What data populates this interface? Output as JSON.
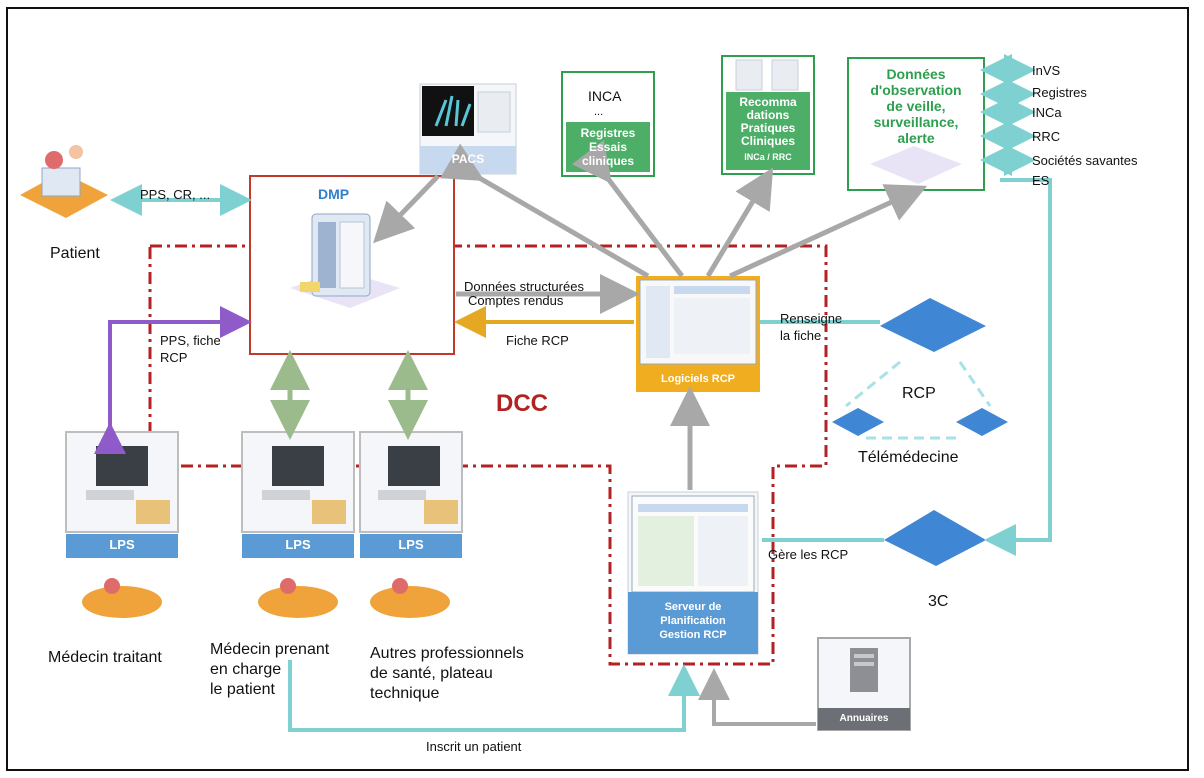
{
  "patient": {
    "label": "Patient",
    "flow": "PPS, CR, ..."
  },
  "dmp": {
    "title": "DMP"
  },
  "pacs": {
    "label": "PACS"
  },
  "inca_box": {
    "top": "INCA",
    "dots": "...",
    "bottom": "Registres\nEssais\ncliniques"
  },
  "reco_box": {
    "bottom": "Recomma\ndations\nPratiques\nCliniques",
    "sub": "INCa / RRC"
  },
  "observation": {
    "text": "Données\nd'observation\nde veille,\nsurveillance,\nalerte"
  },
  "external_orgs": [
    "InVS",
    "Registres",
    "INCa",
    "RRC",
    "Sociétés savantes",
    "ES"
  ],
  "dcc_label": "DCC",
  "flows": {
    "structured": "Données structurées",
    "reports": "Comptes rendus",
    "fiche_rcp": "Fiche RCP",
    "pps_fiche": "PPS, fiche\nRCP",
    "renseigne": "Renseigne\nla fiche",
    "gere": "Gère les RCP",
    "inscrit": "Inscrit un patient"
  },
  "logiciels_rcp": "Logiciels RCP",
  "serveur": "Serveur de\nPlanification\nGestion RCP",
  "annuaire": "Annuaires",
  "rcp": {
    "label": "RCP",
    "telemedicine": "Télémédecine"
  },
  "three_c": "3C",
  "lps": [
    {
      "bar": "LPS",
      "caption": "Médecin traitant"
    },
    {
      "bar": "LPS",
      "caption": "Médecin prenant\nen charge\nle patient"
    },
    {
      "bar": "LPS",
      "caption": "Autres professionnels\nde santé, plateau\ntechnique"
    }
  ],
  "colors": {
    "dcc": "#b22222",
    "dmp_border": "#c0392b",
    "green": "#2e9e4f",
    "teal": "#7fd1d1",
    "purple": "#8e5bc8",
    "gold": "#e5a823",
    "gray": "#a8a8a8"
  }
}
